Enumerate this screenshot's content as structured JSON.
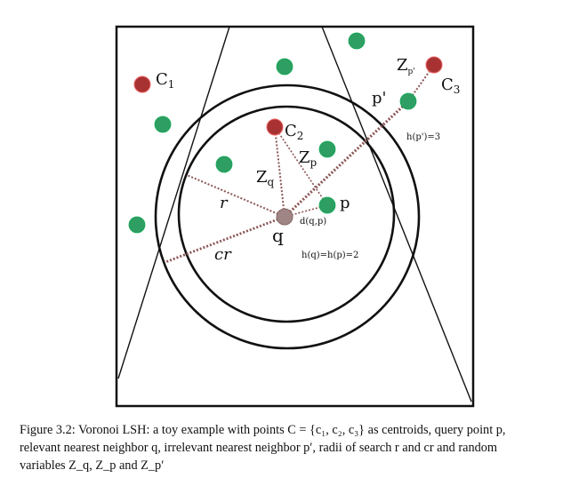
{
  "figure": {
    "labels": {
      "c1": "C",
      "c1_sub": "1",
      "c2": "C",
      "c2_sub": "2",
      "c3": "C",
      "c3_sub": "3",
      "zp_prime": "Z",
      "zp_prime_sub": "p'",
      "p_prime": "p'",
      "h_p_prime": "h(p')=3",
      "zp": "Z",
      "zp_sub": "p",
      "zq": "Z",
      "zq_sub": "q",
      "r": "r",
      "p": "p",
      "d_qp": "d(q,p)",
      "q": "q",
      "h_q_p": "h(q)=h(p)=2",
      "cr": "cr"
    },
    "colors": {
      "centroid": "#a83232",
      "point": "#2e9e63",
      "query": "#a08585",
      "dotted": "#8b5555"
    }
  },
  "caption": {
    "line1": "Figure 3.2: Voronoi LSH: a toy example with points C = {c₁, c₂, c₃} as centroids, query point p,",
    "line2": "relevant nearest neighbor q, irrelevant nearest neighbor p′, radii of search r and cr and random",
    "line3": "variables Z_q, Z_p and Z_p′"
  }
}
